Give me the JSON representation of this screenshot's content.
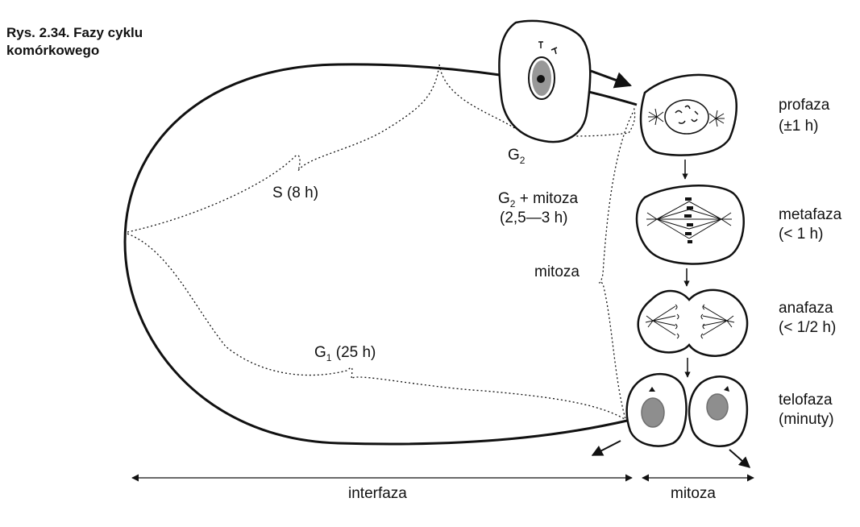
{
  "caption": {
    "line1": "Rys. 2.34. Fazy cyklu",
    "line2": "komórkowego"
  },
  "cycle": {
    "g2": "G",
    "g2_sub": "2",
    "s": "S (8 h)",
    "g2_mitoza_g": "G",
    "g2_mitoza_sub": "2",
    "g2_mitoza_rest": " + mitoza",
    "g2_mitoza_time": "(2,5—3 h)",
    "mitoza": "mitoza",
    "g1_g": "G",
    "g1_sub": "1",
    "g1_rest": " (25 h)"
  },
  "phases": {
    "profaza": "profaza",
    "profaza_time": "(±1 h)",
    "metafaza": "metafaza",
    "metafaza_time": "(< 1 h)",
    "anafaza": "anafaza",
    "anafaza_time": "(< 1/2 h)",
    "telofaza": "telofaza",
    "telofaza_time": "(minuty)"
  },
  "bottom": {
    "interfaza": "interfaza",
    "mitoza": "mitoza"
  }
}
